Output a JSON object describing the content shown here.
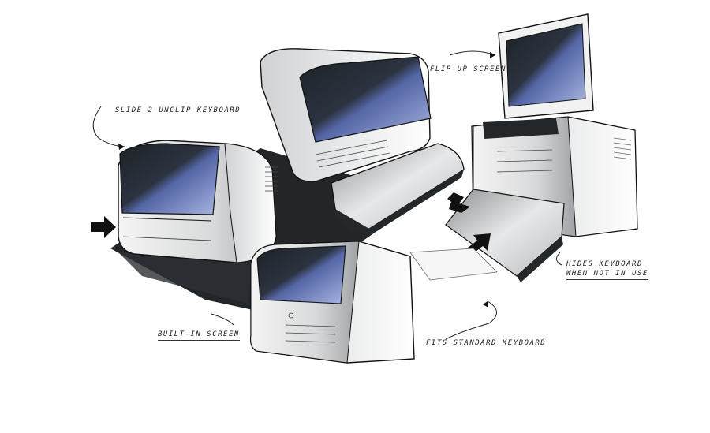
{
  "annotations": {
    "slide_keyboard": "SLIDE 2 UNCLIP KEYBOARD",
    "flip_up_screen": "FLIP-UP SCREEN",
    "hides_keyboard_line1": "HIDES KEYBOARD",
    "hides_keyboard_line2": "WHEN NOT IN USE",
    "built_in_screen": "BUILT-IN SCREEN",
    "fits_standard_keyboard": "FITS STANDARD KEYBOARD"
  },
  "colors": {
    "ink": "#1a1a1a",
    "screen_blue": "#6f82c0",
    "screen_dark": "#1e2226",
    "body_grey": "#c9cbcd"
  }
}
